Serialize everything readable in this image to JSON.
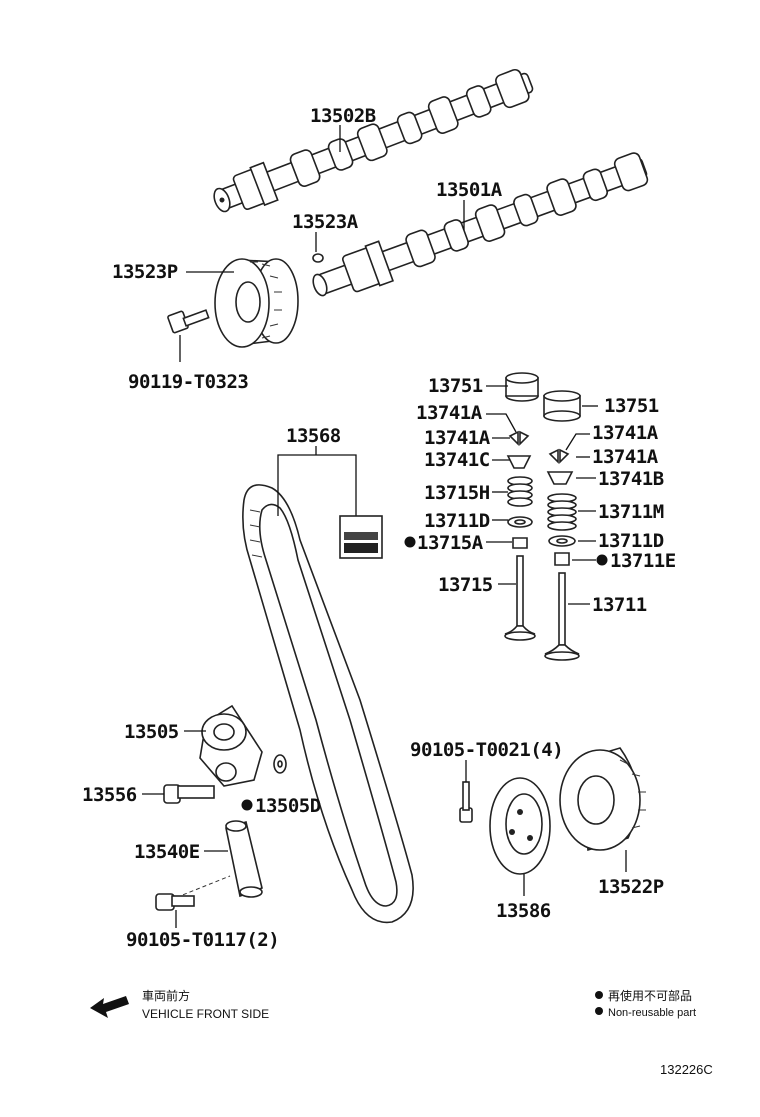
{
  "diagram": {
    "id_code": "132226C",
    "labels": {
      "camshaft_exhaust": "13502B",
      "camshaft_intake": "13501A",
      "cam_pin": "13523A",
      "cam_pulley": "13523P",
      "pulley_bolt": "90119-T0323",
      "timing_belt": "13568",
      "lifter_left": "13751",
      "lifter_right": "13751",
      "keeper_1": "13741A",
      "keeper_2": "13741A",
      "keeper_3": "13741A",
      "keeper_4": "13741A",
      "retainer_c": "13741C",
      "retainer_b": "13741B",
      "spring_h": "13715H",
      "spring_m": "13711M",
      "seat_left": "13711D",
      "seat_right": "13711D",
      "seal_left": "13715A",
      "seal_right": "13711E",
      "valve_left": "13715",
      "valve_right": "13711",
      "tensioner_pulley": "13505",
      "tensioner_bolt": "13556",
      "tensioner_washer": "13505D",
      "tensioner_unit": "13540E",
      "tensioner_bolts": "90105-T0117(2)",
      "crank_bolts": "90105-T0021(4)",
      "crank_pulley": "13586",
      "crank_sprocket": "13522P"
    },
    "direction": {
      "jp": "車両前方",
      "en": "VEHICLE FRONT SIDE"
    },
    "legend": {
      "jp": "再使用不可部品",
      "en": "Non-reusable part"
    }
  }
}
